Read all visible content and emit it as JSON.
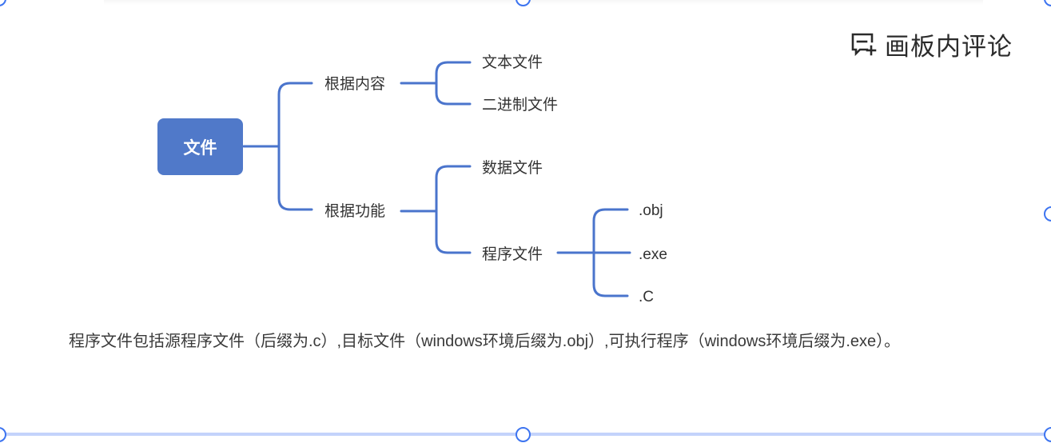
{
  "toolbar": {
    "comment_label": "画板内评论",
    "comment_icon": "comment-add-icon"
  },
  "mindmap": {
    "root": "文件",
    "branches": [
      {
        "label": "根据内容",
        "children": [
          {
            "label": "文本文件"
          },
          {
            "label": "二进制文件"
          }
        ]
      },
      {
        "label": "根据功能",
        "children": [
          {
            "label": "数据文件"
          },
          {
            "label": "程序文件",
            "children": [
              {
                "label": ".obj"
              },
              {
                "label": ".exe"
              },
              {
                "label": ".C"
              }
            ]
          }
        ]
      }
    ],
    "colors": {
      "root_fill": "#5079c9",
      "connector": "#4a74cc",
      "text": "#333333"
    }
  },
  "caption": {
    "text": "程序文件包括源程序文件（后缀为.c）,目标文件（windows环境后缀为.obj）,可执行程序（windows环境后缀为.exe）。"
  },
  "selection": {
    "handle_color": "#3d74f0",
    "border_color": "#c3d3fb"
  }
}
